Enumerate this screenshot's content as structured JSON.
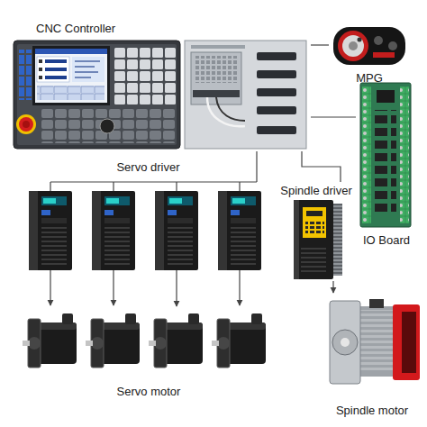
{
  "diagram": {
    "nodes": [
      {
        "text": [
          "CNC Controller"
        ]
      },
      {
        "text": [
          "MPG"
        ]
      },
      {
        "text": [
          "IO Board"
        ]
      },
      {
        "text": [
          "Servo driver"
        ]
      },
      {
        "text": [
          "Spindle driver"
        ]
      },
      {
        "text": [
          "Servo motor"
        ]
      },
      {
        "text": [
          "Spindle motor"
        ]
      }
    ],
    "edges": [
      {
        "from": 0,
        "to": 1,
        "arrow": "none"
      },
      {
        "from": 0,
        "to": 2,
        "arrow": "none"
      },
      {
        "from": 0,
        "to": 3,
        "arrow": "none"
      },
      {
        "from": 0,
        "to": 4,
        "arrow": "none"
      },
      {
        "from": 3,
        "to": 5,
        "arrow": "to"
      },
      {
        "from": 4,
        "to": 6,
        "arrow": "to"
      }
    ]
  }
}
